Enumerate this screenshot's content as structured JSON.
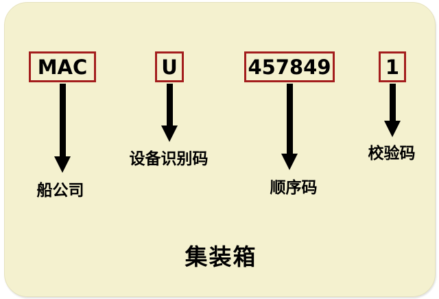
{
  "diagram": {
    "title": "集装箱",
    "segments": [
      {
        "code": "MAC",
        "label": "船公司"
      },
      {
        "code": "U",
        "label": "设备识别码"
      },
      {
        "code": "457849",
        "label": "顺序码"
      },
      {
        "code": "1",
        "label": "校验码"
      }
    ],
    "colors": {
      "panel_background": "#f4f1cf",
      "box_border": "#a31d1d",
      "arrow": "#000000",
      "text": "#000000"
    }
  }
}
